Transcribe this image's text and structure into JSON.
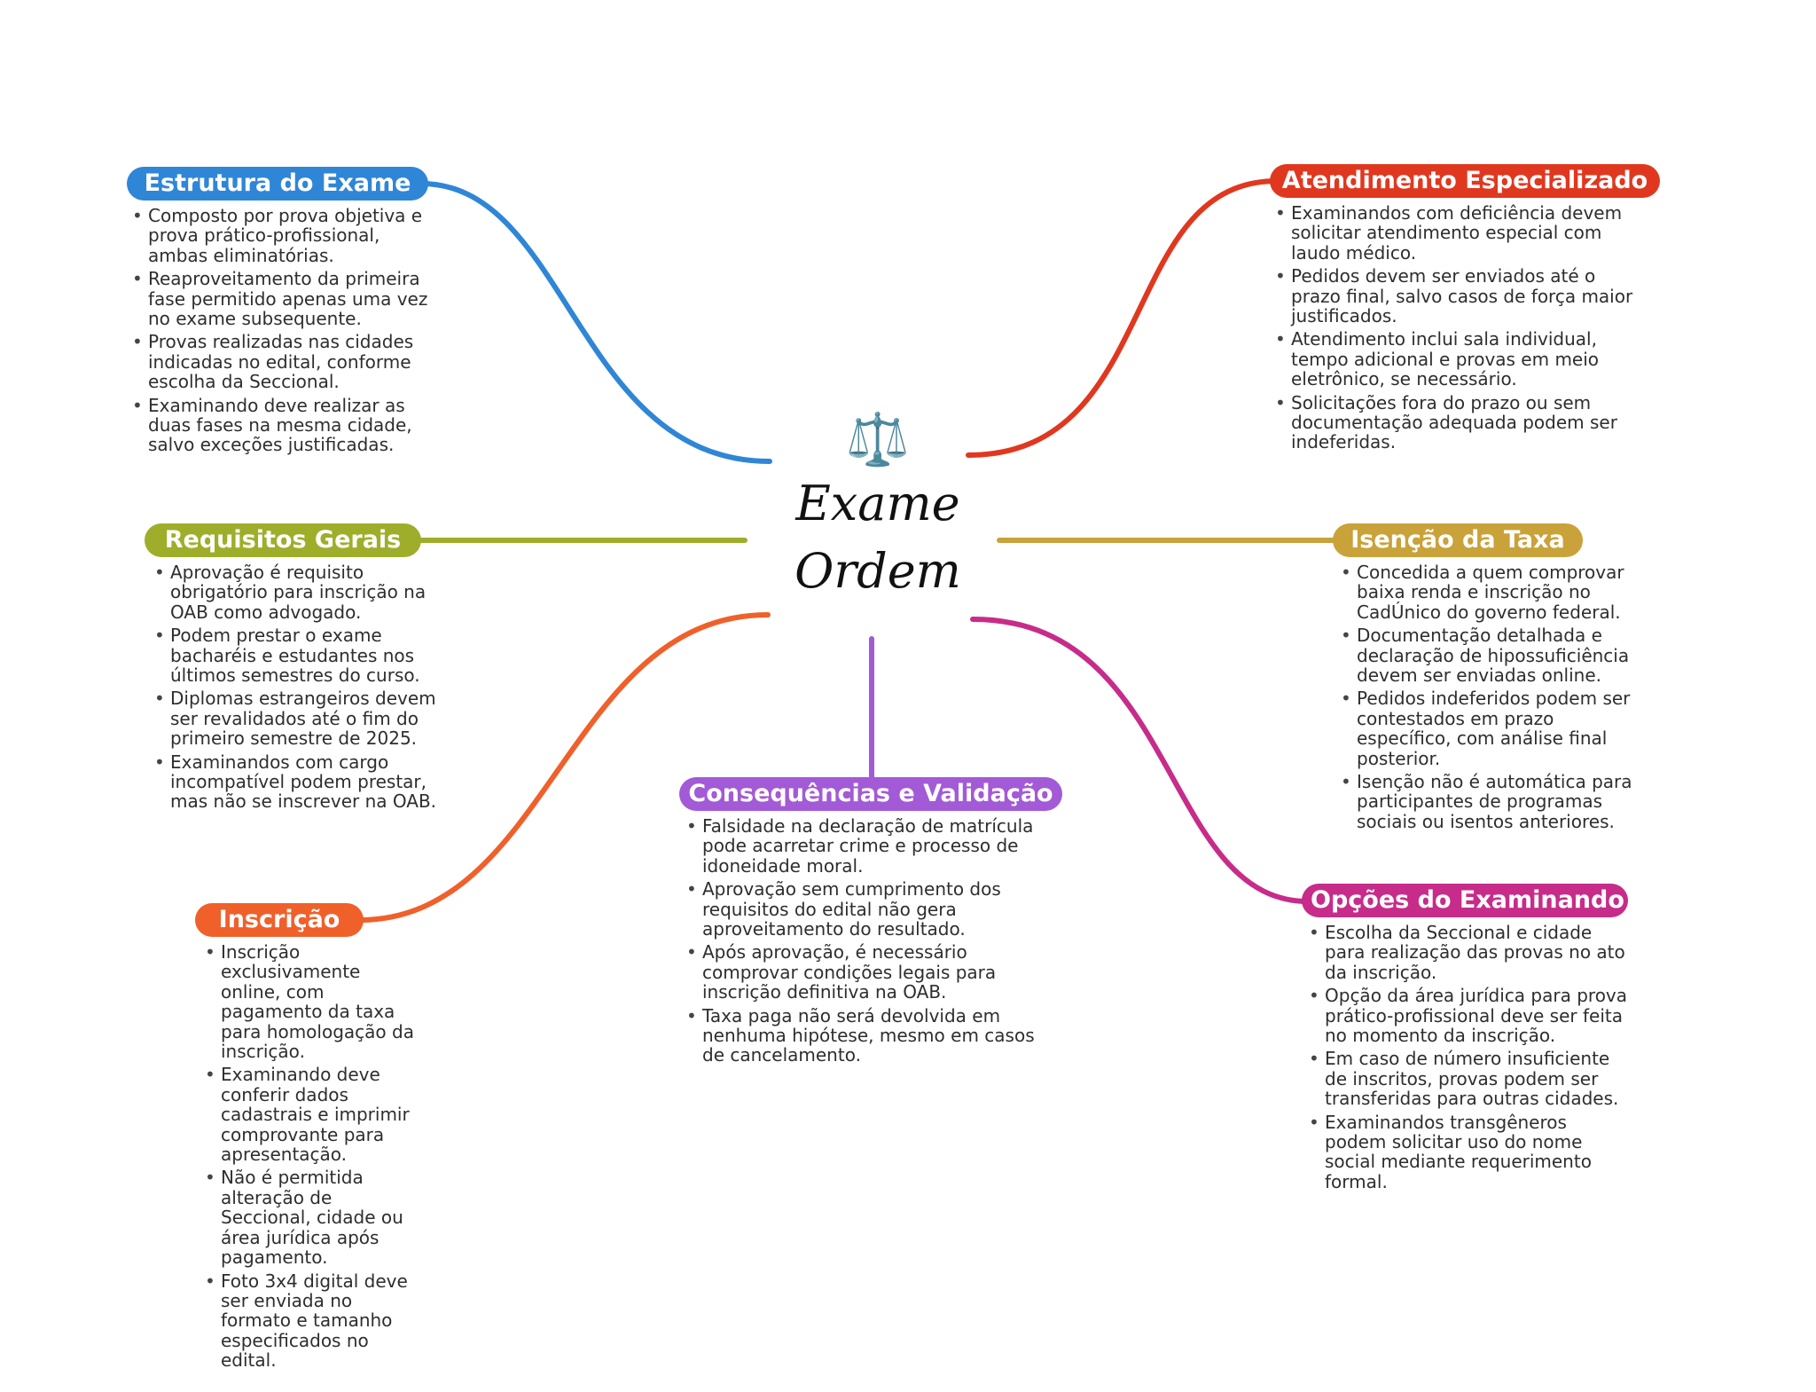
{
  "center": {
    "emblem": "⚖️",
    "line1": "Exame",
    "line2": "Ordem"
  },
  "branches": {
    "estrutura": {
      "title": "Estrutura do Exame",
      "color": "#2f86d6",
      "items": [
        "Composto por prova objetiva e prova prático-profissional, ambas eliminatórias.",
        "Reaproveitamento da primeira fase permitido apenas uma vez no exame subsequente.",
        "Provas realizadas nas cidades indicadas no edital, conforme escolha da Seccional.",
        "Examinando deve realizar as duas fases na mesma cidade, salvo exceções justificadas."
      ]
    },
    "requisitos": {
      "title": "Requisitos Gerais",
      "color": "#9fae2a",
      "items": [
        "Aprovação é requisito obrigatório para inscrição na OAB como advogado.",
        "Podem prestar o exame bacharéis e estudantes nos últimos semestres do curso.",
        "Diplomas estrangeiros devem ser revalidados até o fim do primeiro semestre de 2025.",
        "Examinandos com cargo incompatível podem prestar, mas não se inscrever na OAB."
      ]
    },
    "inscricao": {
      "title": "Inscrição",
      "color": "#f0602a",
      "items": [
        "Inscrição exclusivamente online, com pagamento da taxa para homologação da inscrição.",
        "Examinando deve conferir dados cadastrais e imprimir comprovante para apresentação.",
        "Não é permitida alteração de Seccional, cidade ou área jurídica após pagamento.",
        "Foto 3x4 digital deve ser enviada no formato e tamanho especificados no edital."
      ]
    },
    "consequencias": {
      "title": "Consequências e Validação",
      "color": "#a35ad6",
      "items": [
        "Falsidade na declaração de matrícula pode acarretar crime e processo de idoneidade moral.",
        "Aprovação sem cumprimento dos requisitos do edital não gera aproveitamento do resultado.",
        "Após aprovação, é necessário comprovar condições legais para inscrição definitiva na OAB.",
        "Taxa paga não será devolvida em nenhuma hipótese, mesmo em casos de cancelamento."
      ]
    },
    "atendimento": {
      "title": "Atendimento Especializado",
      "color": "#e0381f",
      "items": [
        "Examinandos com deficiência devem solicitar atendimento especial com laudo médico.",
        "Pedidos devem ser enviados até o prazo final, salvo casos de força maior justificados.",
        "Atendimento inclui sala individual, tempo adicional e provas em meio eletrônico, se necessário.",
        "Solicitações fora do prazo ou sem documentação adequada podem ser indeferidas."
      ]
    },
    "isencao": {
      "title": "Isenção da Taxa",
      "color": "#c9a23a",
      "items": [
        "Concedida a quem comprovar baixa renda e inscrição no CadÚnico do governo federal.",
        "Documentação detalhada e declaração de hipossuficiência devem ser enviadas online.",
        "Pedidos indeferidos podem ser contestados em prazo específico, com análise final posterior.",
        "Isenção não é automática para participantes de programas sociais ou isentos anteriores."
      ]
    },
    "opcoes": {
      "title": "Opções do Examinando",
      "color": "#c72c8a",
      "items": [
        "Escolha da Seccional e cidade para realização das provas no ato da inscrição.",
        "Opção da área jurídica para prova prático-profissional deve ser feita no momento da inscrição.",
        "Em caso de número insuficiente de inscritos, provas podem ser transferidas para outras cidades.",
        "Examinandos transgêneros podem solicitar uso do nome social mediante requerimento formal."
      ]
    }
  }
}
